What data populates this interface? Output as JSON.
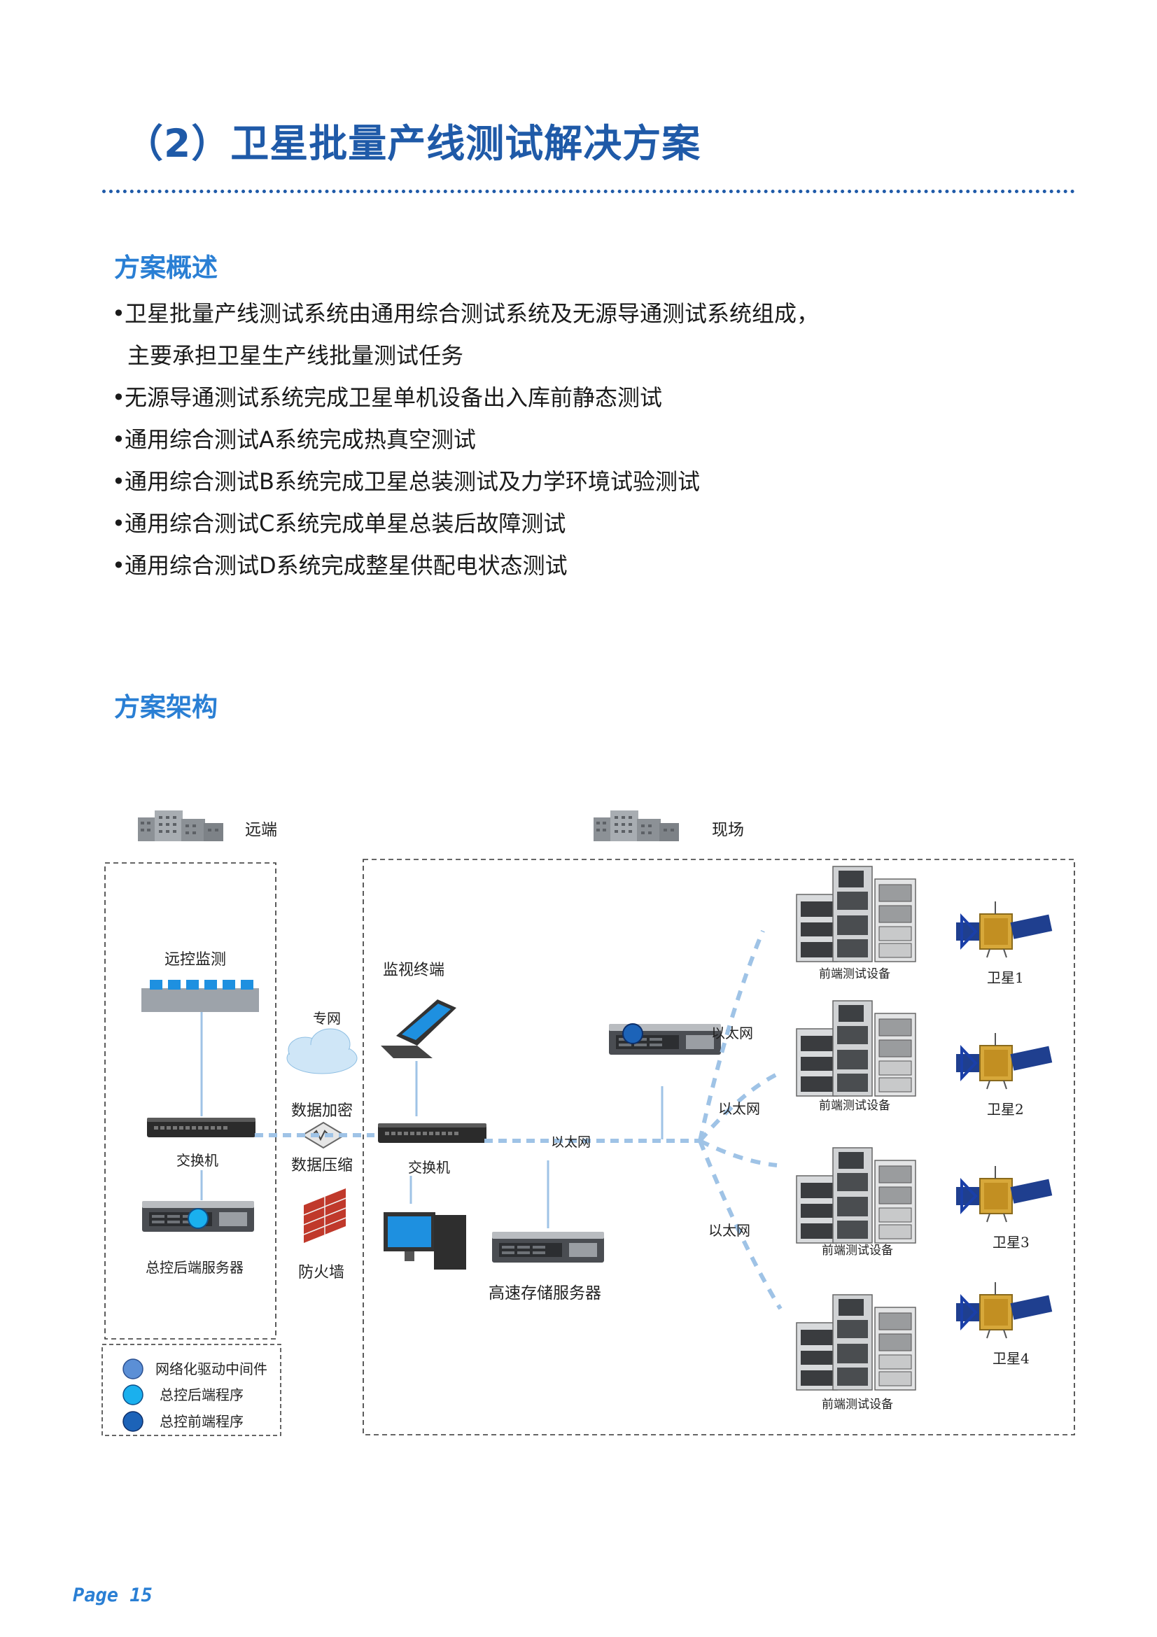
{
  "header": {
    "title": "（2）卫星批量产线测试解决方案"
  },
  "overview": {
    "heading": "方案概述",
    "bullets": [
      {
        "line1": "卫星批量产线测试系统由通用综合测试系统及无源导通测试系统组成，",
        "line2": "主要承担卫星生产线批量测试任务"
      },
      {
        "line1": "无源导通测试系统完成卫星单机设备出入库前静态测试"
      },
      {
        "line1": "通用综合测试A系统完成热真空测试"
      },
      {
        "line1": "通用综合测试B系统完成卫星总装测试及力学环境试验测试"
      },
      {
        "line1": "通用综合测试C系统完成单星总装后故障测试"
      },
      {
        "line1": "通用综合测试D系统完成整星供配电状态测试"
      }
    ],
    "bullet_symbol": "•"
  },
  "architecture": {
    "heading": "方案架构",
    "remote": {
      "label": "远端",
      "monitor": "远控监测",
      "switch": "交换机",
      "server": "总控后端服务器"
    },
    "middle": {
      "private_net": "专网",
      "encrypt": "数据加密",
      "compress": "数据压缩",
      "firewall": "防火墙"
    },
    "site": {
      "label": "现场",
      "terminal": "监视终端",
      "switch": "交换机",
      "storage": "高速存储服务器",
      "ethernet_1": "以太网",
      "ethernet_2": "以太网",
      "ethernet_3": "以太网",
      "ethernet_4": "以太网",
      "front_equipment": [
        "前端测试设备",
        "前端测试设备",
        "前端测试设备",
        "前端测试设备"
      ],
      "satellites": [
        "卫星1",
        "卫星2",
        "卫星3",
        "卫星4"
      ]
    },
    "legend": [
      {
        "label": "网络化驱动中间件",
        "color": "#5b8fd6"
      },
      {
        "label": "总控后端程序",
        "color": "#1ab0ee"
      },
      {
        "label": "总控前端程序",
        "color": "#1c63b8"
      }
    ],
    "colors": {
      "accent": "#1f5aa8",
      "link": "#9fc3e6",
      "heading": "#2a7fd4"
    }
  },
  "footer": {
    "page": "Page 15"
  }
}
